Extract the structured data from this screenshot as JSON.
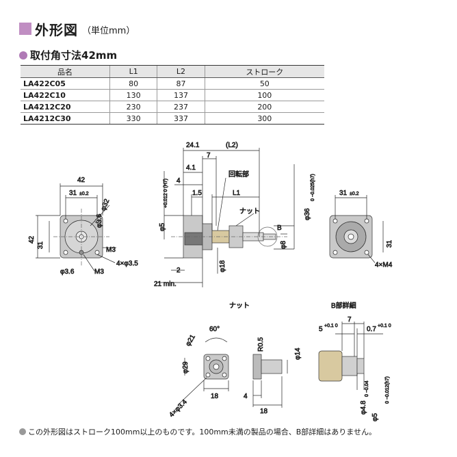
{
  "header": {
    "title": "外形図",
    "unit": "（単位mm）"
  },
  "section": {
    "title": "取付角寸法42mm"
  },
  "table": {
    "headers": [
      "品名",
      "L1",
      "L2",
      "ストローク"
    ],
    "rows": [
      [
        "LA422C05",
        "80",
        "87",
        "50"
      ],
      [
        "LA422C10",
        "130",
        "137",
        "100"
      ],
      [
        "LA4212C20",
        "230",
        "237",
        "200"
      ],
      [
        "LA4212C30",
        "330",
        "337",
        "300"
      ]
    ]
  },
  "drawing": {
    "front": {
      "d42_top": "42",
      "d42_left": "42",
      "d31_top": "31",
      "d31_left": "31",
      "tol": "±0.2",
      "phi32": "φ32",
      "phi36": "φ3.6",
      "m3": "M3",
      "m3b": "M3",
      "holes": "4×φ3.5",
      "phi36b": "φ3.6"
    },
    "side": {
      "d24": "24.1",
      "l2": "(L2)",
      "d7": "7",
      "d41": "4.1",
      "d4": "4",
      "d15": "1.5",
      "l1": "L1",
      "rotor": "回転部",
      "nut": "ナット",
      "b": "B",
      "d2": "2",
      "min21": "21 min.",
      "phi18": "φ18",
      "phi8": "φ8",
      "phi5": "φ5",
      "phi5_tol": "+0.012 0 (H7)",
      "phi36": "φ36",
      "phi36_tol": "0 −0.025(h7)"
    },
    "rear": {
      "d31": "31",
      "tol": "±0.2",
      "m4": "4×M4"
    },
    "nut": {
      "title": "ナット",
      "ang": "60°",
      "phi21": "φ21",
      "phi29": "φ29",
      "holes": "4×φ3.4",
      "d18": "18",
      "r05": "R0.5",
      "phi14": "φ14",
      "d4": "4",
      "d18b": "18"
    },
    "bdetail": {
      "title": "B部詳細",
      "d7": "7",
      "d5": "5",
      "d5_tol": "+0.1 0",
      "d07": "0.7",
      "d07_tol": "+0.1 0",
      "phi48": "φ4.8",
      "phi48_tol": "0 −0.04",
      "phi5": "φ5",
      "phi5_tol": "0 −0.012(h7)"
    }
  },
  "footer": "この外形図はストローク100mm以上のものです。100mm未満の製品の場合、B部詳細はありません。",
  "colors": {
    "accent": "#c08ec2",
    "body_gray": "#c9c9c9",
    "brass": "#d8c9a0"
  }
}
